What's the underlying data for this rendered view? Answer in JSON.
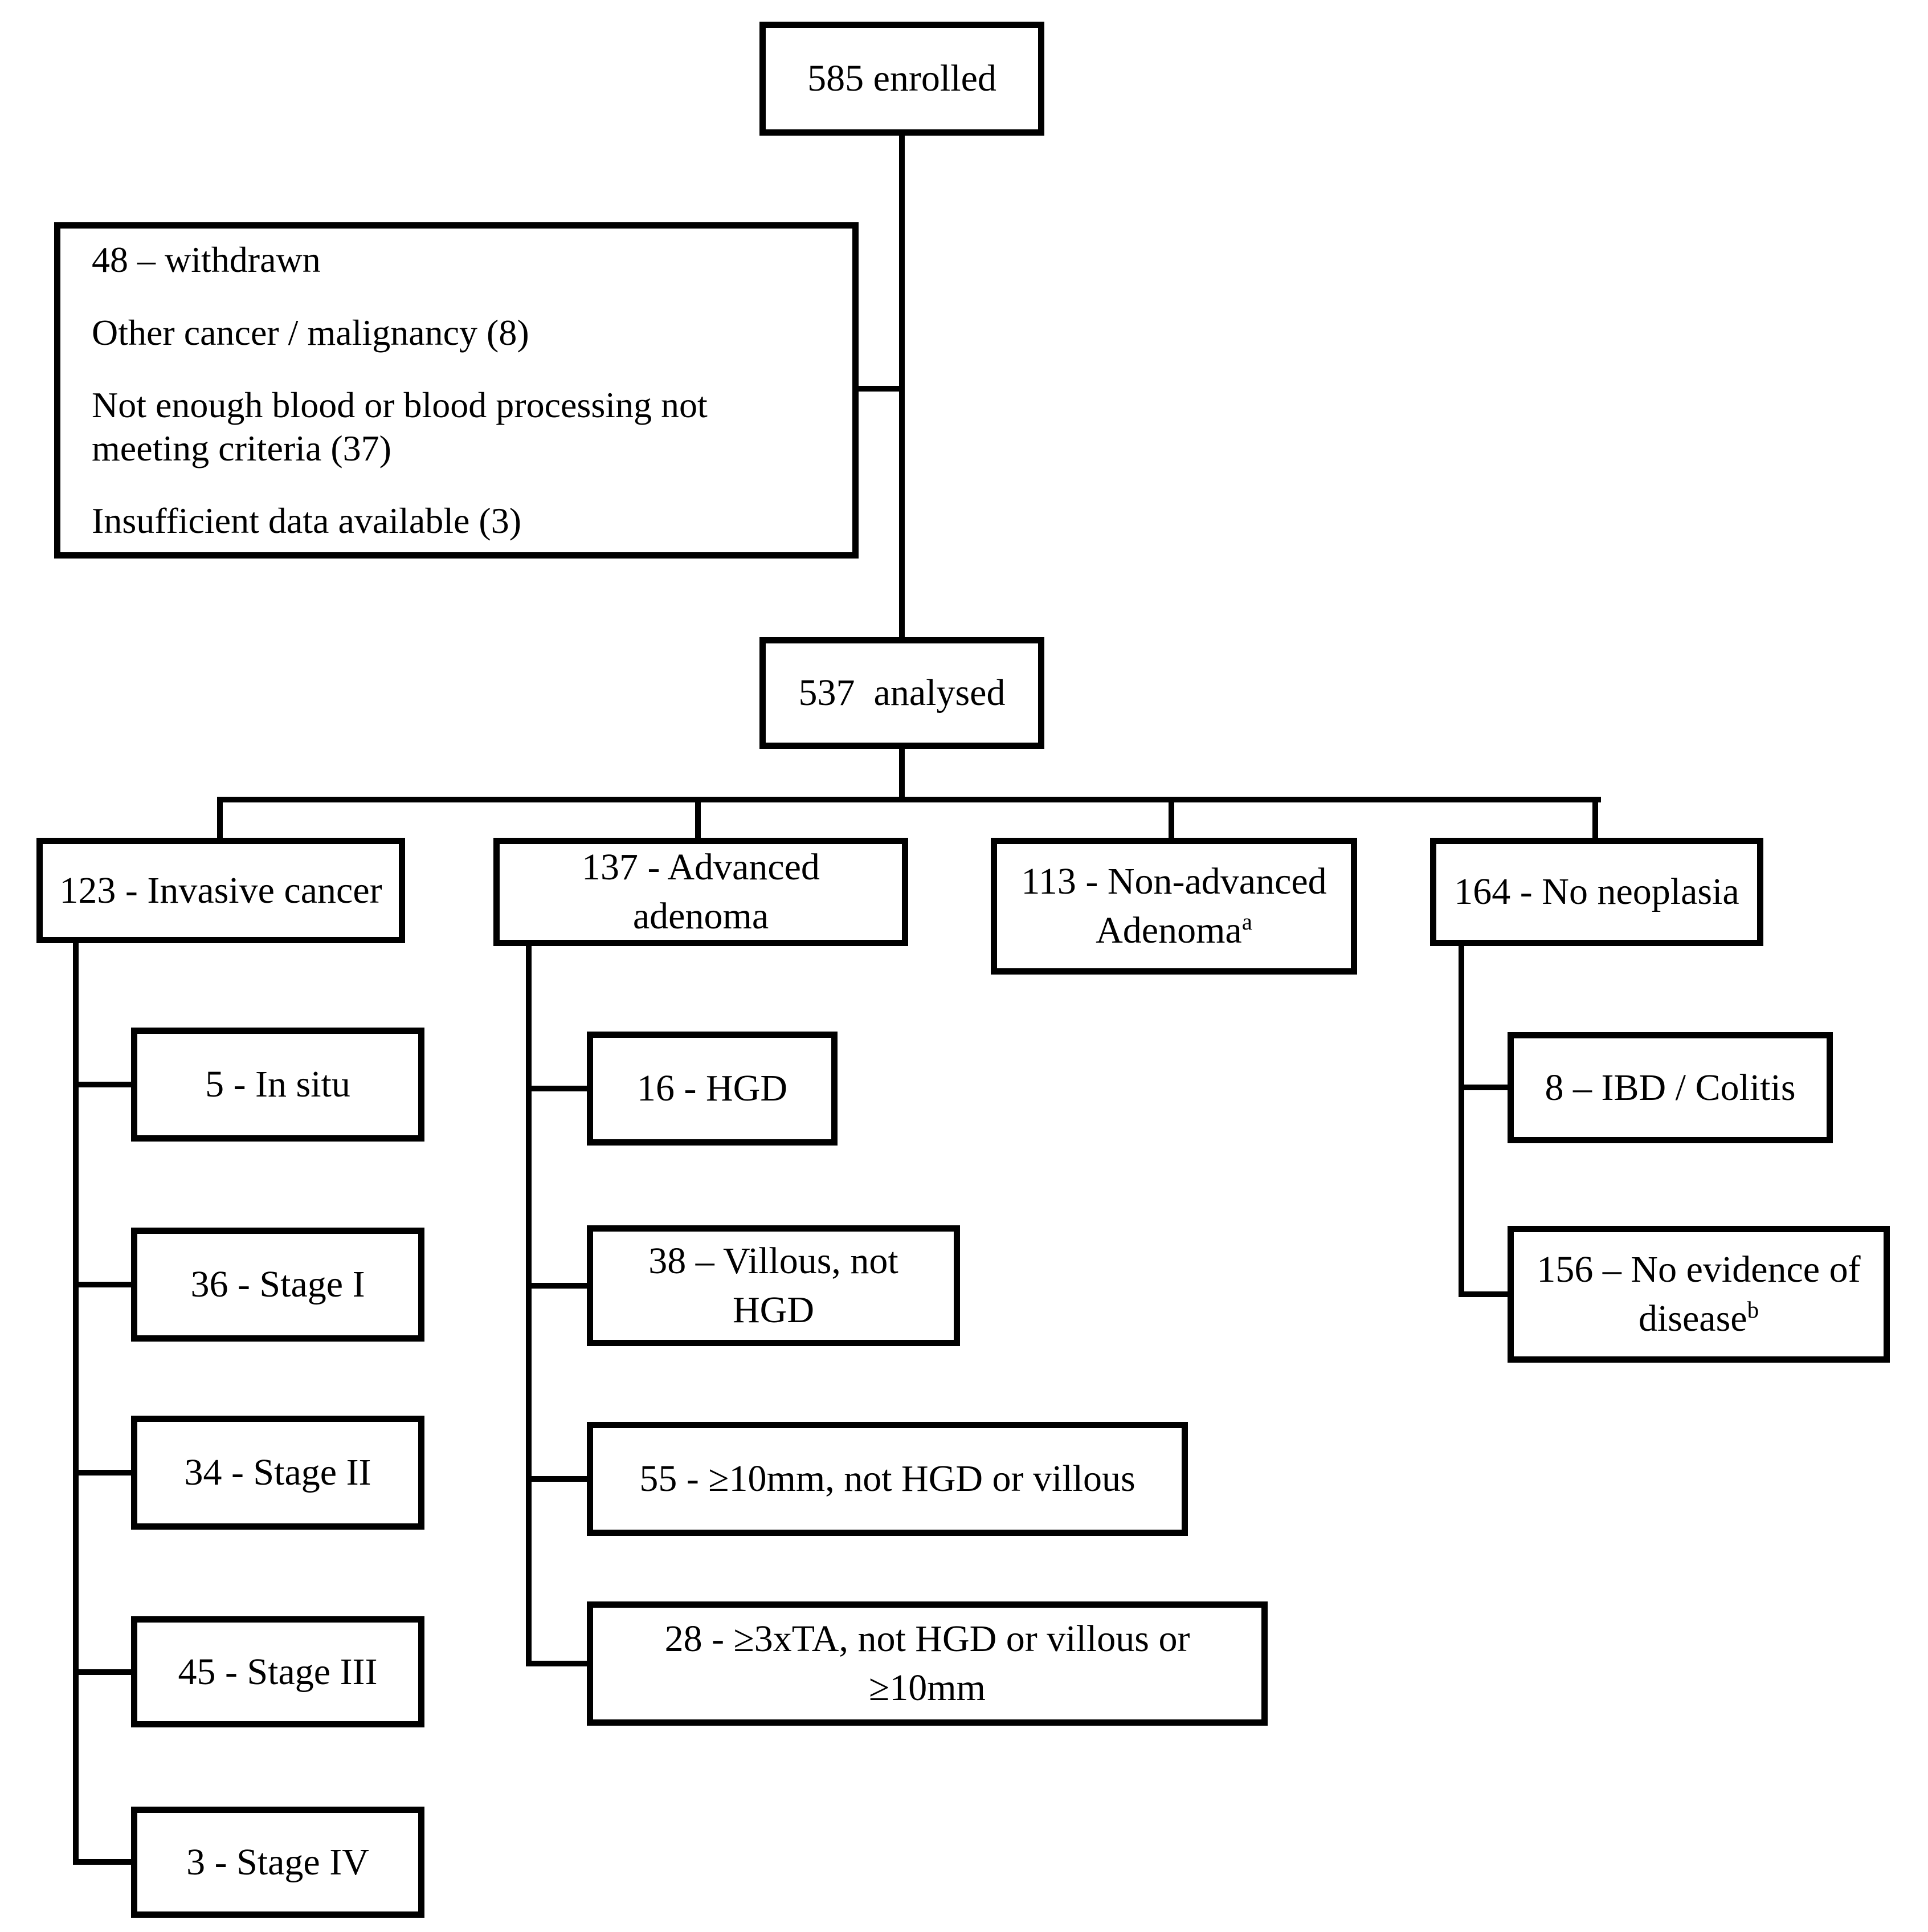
{
  "diagram": {
    "type": "flowchart",
    "colors": {
      "ink": "#000000",
      "background": "#ffffff"
    },
    "nodes": {
      "enrolled": {
        "label": "585 enrolled"
      },
      "withdrawn": {
        "lines": [
          "48 – withdrawn",
          "Other cancer / malignancy (8)",
          "Not enough blood or blood processing not meeting criteria (37)",
          "Insufficient data available (3)"
        ]
      },
      "analysed": {
        "label": "537  analysed"
      },
      "invasive": {
        "label": "123 - Invasive cancer"
      },
      "advanced": {
        "line1": "137 - Advanced",
        "line2": "adenoma"
      },
      "nonadvanced": {
        "line1": "113 - Non-advanced",
        "line2": "Adenoma",
        "sup": "a"
      },
      "noneoplasia": {
        "label": "164 - No neoplasia"
      },
      "insitu": {
        "label": "5 - In situ"
      },
      "stage1": {
        "label": "36 - Stage I"
      },
      "stage2": {
        "label": "34 - Stage II"
      },
      "stage3": {
        "label": "45 - Stage III"
      },
      "stage4": {
        "label": "3 - Stage IV"
      },
      "hgd": {
        "label": "16 - HGD"
      },
      "villous": {
        "line1": "38 – Villous, not",
        "line2": "HGD"
      },
      "ge10mm": {
        "label": "55 - ≥10mm, not HGD or villous"
      },
      "ta3": {
        "line1": "28 - ≥3xTA, not HGD or villous or",
        "line2": "≥10mm"
      },
      "ibd": {
        "label": "8 – IBD / Colitis"
      },
      "noevidence": {
        "line1": "156 – No evidence of",
        "line2": "disease",
        "sup": "b"
      }
    }
  }
}
